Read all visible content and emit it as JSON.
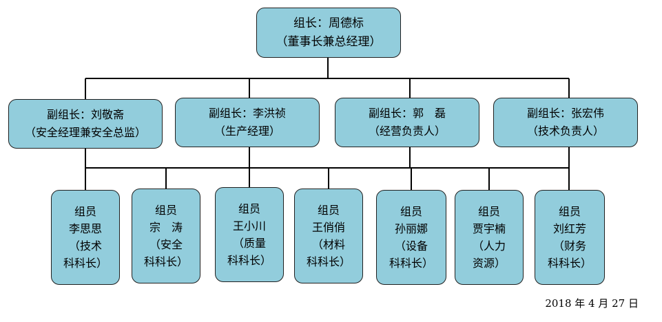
{
  "leader": {
    "title": "组长：周德标",
    "role": "（董事长兼总经理）"
  },
  "deputies": [
    {
      "title": "副组长：刘敬斋",
      "role": "（安全经理兼安全总监）"
    },
    {
      "title": "副组长：李洪祯",
      "role": "（生产经理）"
    },
    {
      "title": "副组长：郭　磊",
      "role": "（经营负责人）"
    },
    {
      "title": "副组长：张宏伟",
      "role": "（技术负责人）"
    }
  ],
  "members": [
    {
      "lines": [
        "组员",
        "李思思",
        "（技术",
        "科科长）"
      ]
    },
    {
      "lines": [
        "组员",
        "宗　涛",
        "（安全",
        "科科长）"
      ]
    },
    {
      "lines": [
        "组员",
        "王小川",
        "（质量",
        "科科长）"
      ]
    },
    {
      "lines": [
        "组员",
        "王俏俏",
        "（材料",
        "科科长）"
      ]
    },
    {
      "lines": [
        "组员",
        "孙丽娜",
        "（设备",
        "科科长）"
      ]
    },
    {
      "lines": [
        "组员",
        "贾宇楠",
        "（人力",
        "资源）"
      ]
    },
    {
      "lines": [
        "组员",
        "刘红芳",
        "（财务",
        "科科长）"
      ]
    }
  ],
  "date": "2018 年 4 月 27 日",
  "colors": {
    "box_fill": "#92cddc",
    "box_border": "#1f1f1f",
    "line": "#000000"
  }
}
